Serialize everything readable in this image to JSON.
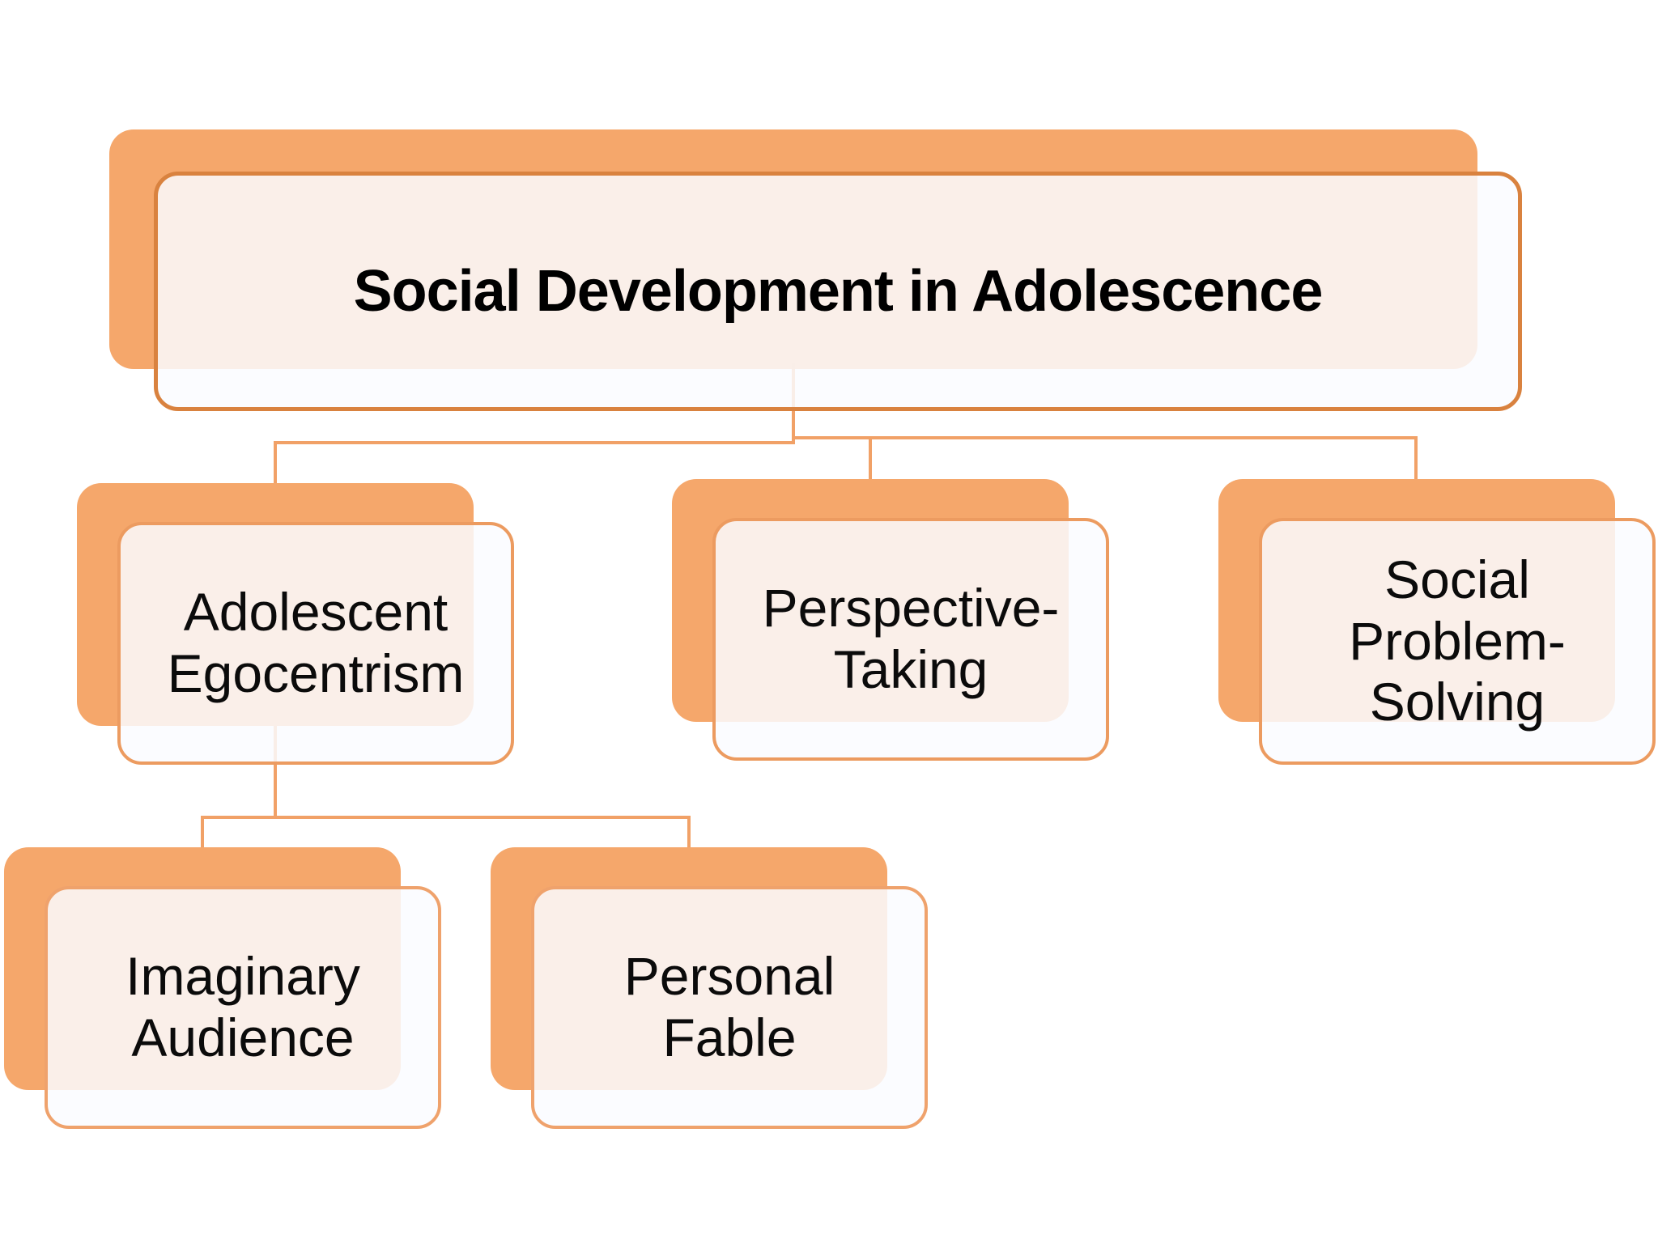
{
  "diagram_type": "org-chart",
  "palette": {
    "background": "#FFFFFF",
    "backdrop_orange": "#F5A76B",
    "title_border": "#D9823F",
    "node_border": "#EC9B60",
    "grandchild_border": "#EFA26C",
    "connector_line": "#F1A167",
    "box_fill_over_backdrop": "#F9EFE8",
    "box_fill_over_white": "#FBFCFE",
    "text": "#0B0B0B"
  },
  "root": {
    "label": "Social Development in Adolescence",
    "children": [
      {
        "id": "adolescent-egocentrism",
        "label": "Adolescent\nEgocentrism",
        "children": [
          {
            "id": "imaginary-audience",
            "label": "Imaginary\nAudience",
            "children": []
          },
          {
            "id": "personal-fable",
            "label": "Personal\nFable",
            "children": []
          }
        ]
      },
      {
        "id": "perspective-taking",
        "label": "Perspective-\nTaking",
        "children": []
      },
      {
        "id": "social-problem-solving",
        "label": "Social\nProblem-\nSolving",
        "children": []
      }
    ]
  }
}
